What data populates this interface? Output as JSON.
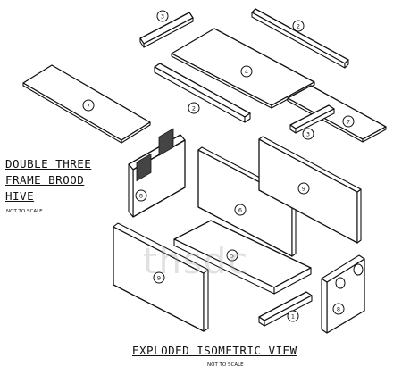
{
  "diagram": {
    "title_lines": [
      "DOUBLE THREE",
      "FRAME BROOD",
      "HIVE"
    ],
    "title_note": "NOT TO SCALE",
    "caption": "EXPLODED ISOMETRIC VIEW",
    "caption_note": "NOT TO SCALE",
    "watermark": "thsdc"
  },
  "parts": [
    {
      "id": "strip-3-top",
      "number": "3"
    },
    {
      "id": "strip-2-top",
      "number": "2"
    },
    {
      "id": "board-4",
      "number": "4"
    },
    {
      "id": "strip-2-mid",
      "number": "2"
    },
    {
      "id": "board-7-left",
      "number": "7"
    },
    {
      "id": "board-7-right",
      "number": "7"
    },
    {
      "id": "strip-3-right",
      "number": "3"
    },
    {
      "id": "end-8-left",
      "number": "8"
    },
    {
      "id": "panel-6",
      "number": "6"
    },
    {
      "id": "panel-9-back",
      "number": "9"
    },
    {
      "id": "base-5",
      "number": "5"
    },
    {
      "id": "panel-9-front",
      "number": "9"
    },
    {
      "id": "end-8-right",
      "number": "8"
    },
    {
      "id": "strip-1",
      "number": "1"
    }
  ]
}
